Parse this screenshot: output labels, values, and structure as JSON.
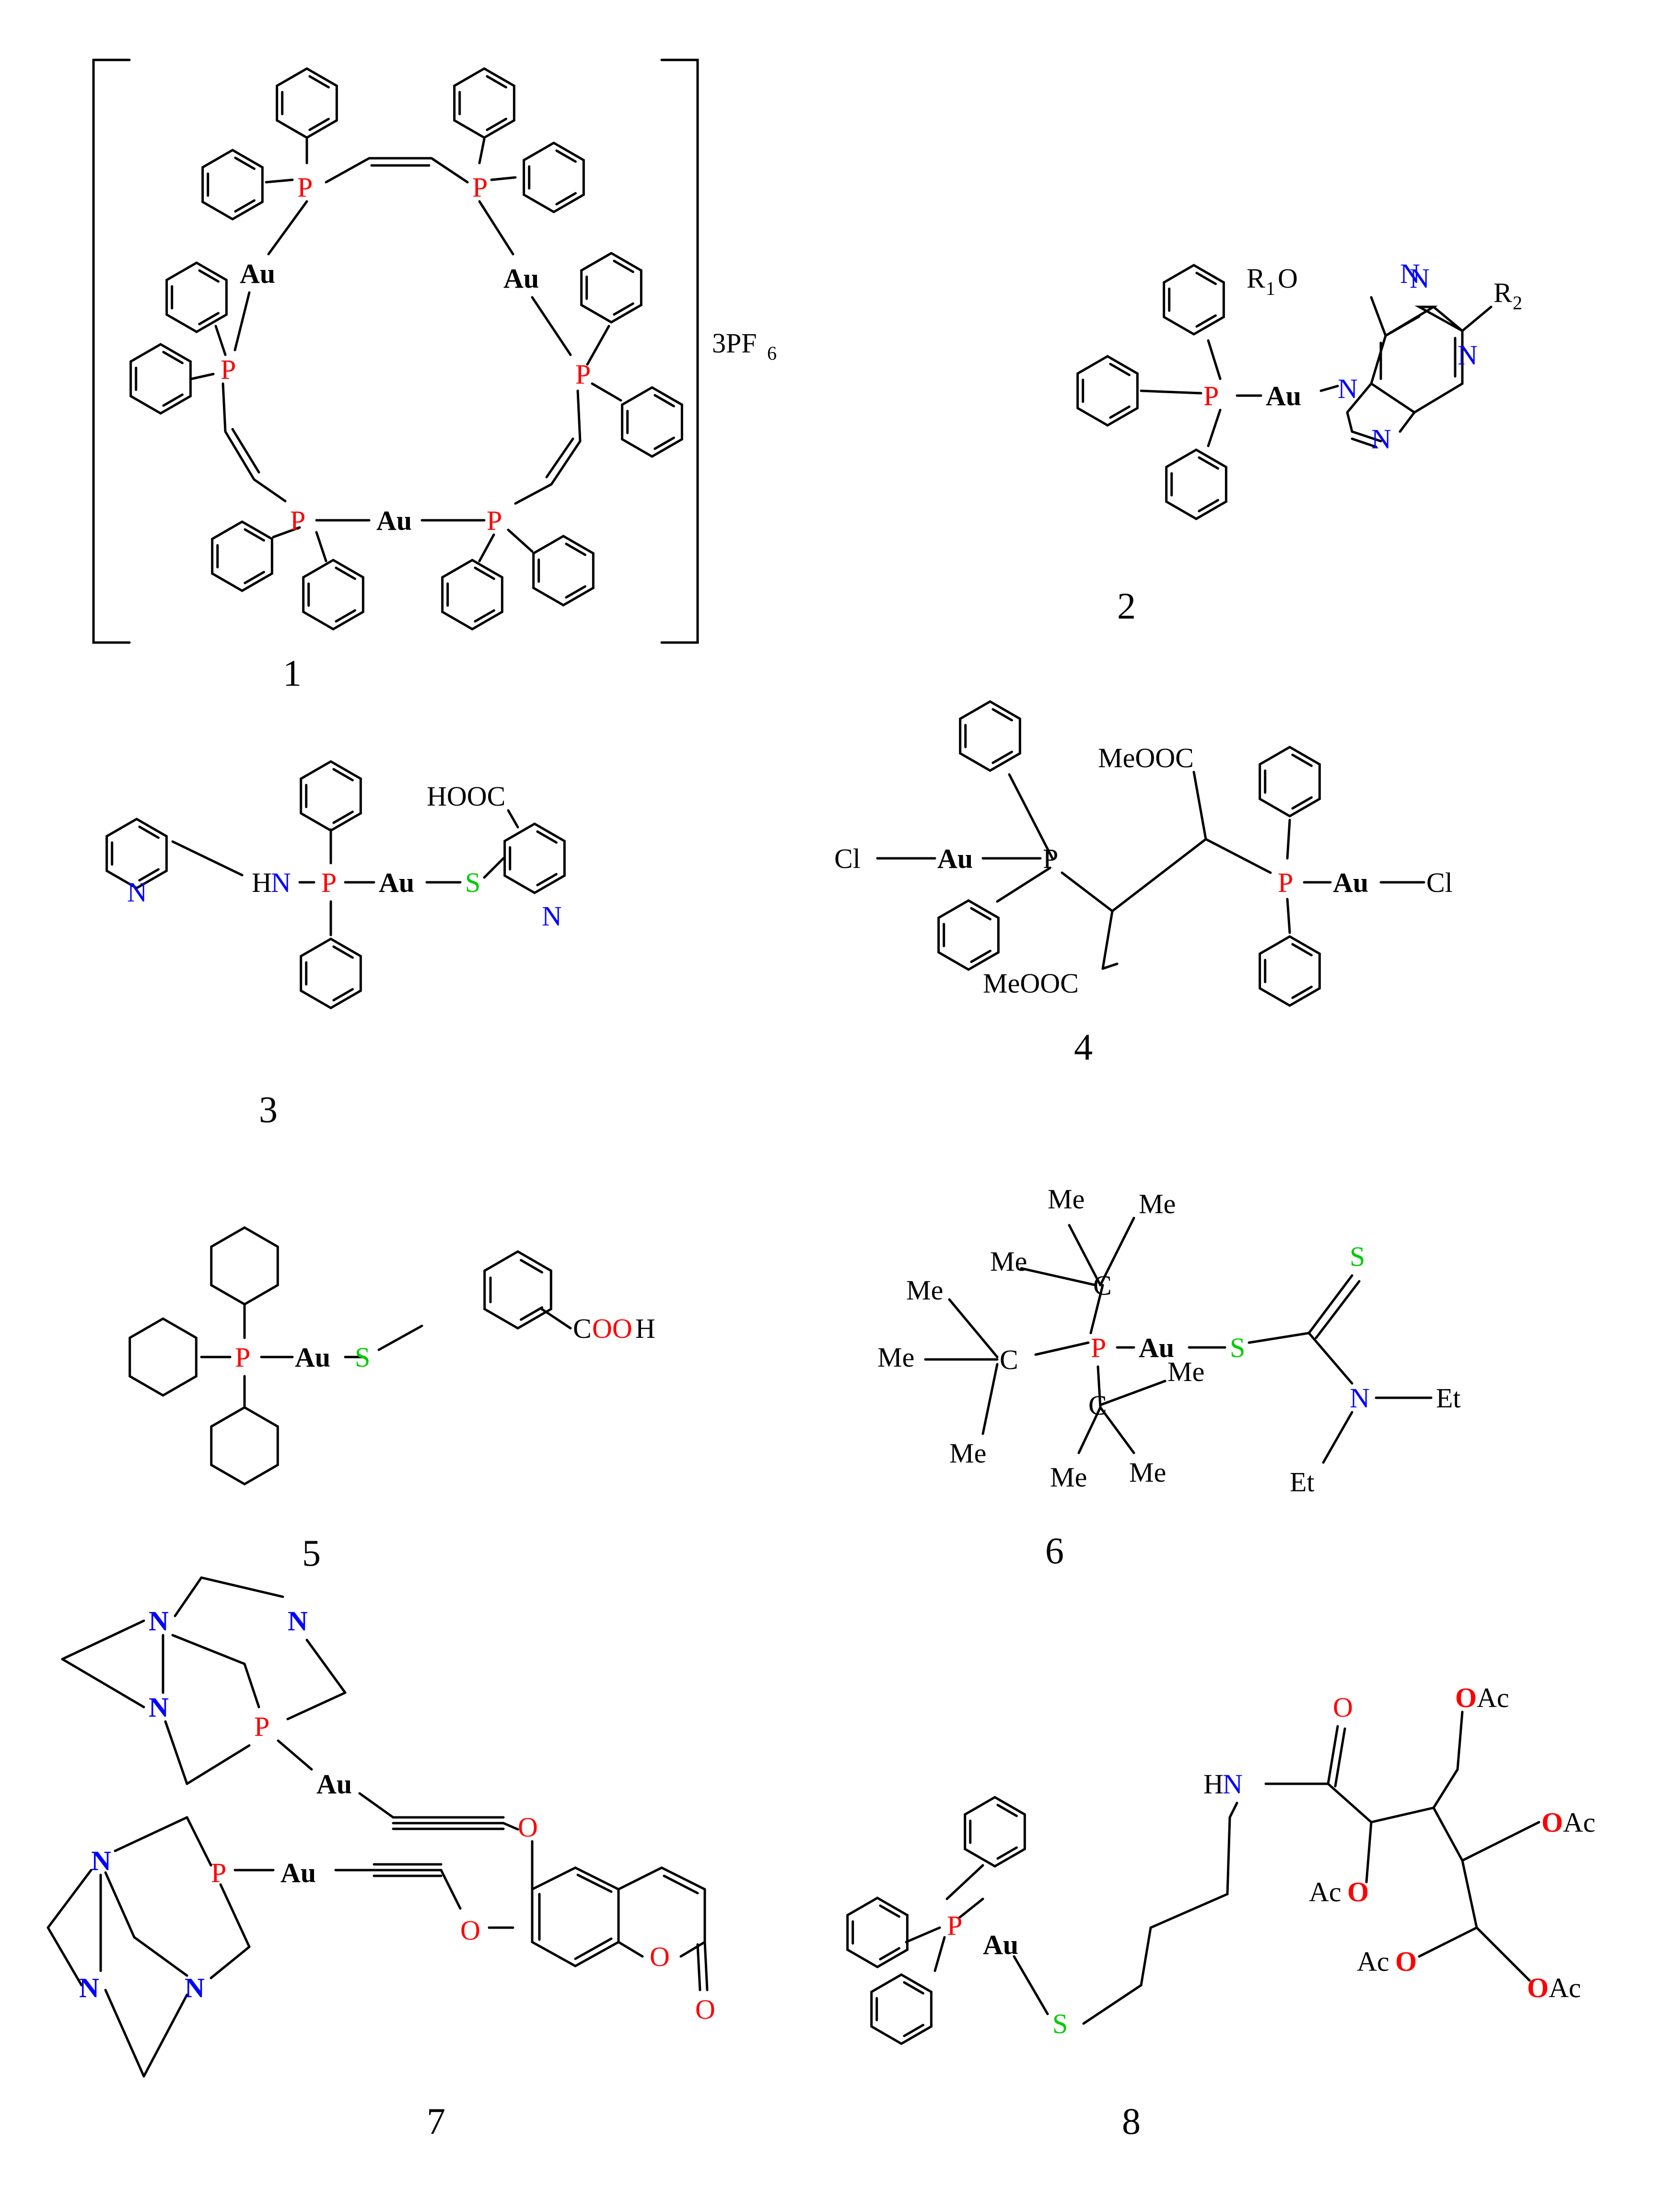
{
  "colors": {
    "phosphorus": "#ff0000",
    "oxygen": "#ff0000",
    "nitrogen": "#0000ff",
    "sulfur": "#00cc00",
    "bond": "#000000"
  },
  "compounds": [
    {
      "number": "1"
    },
    {
      "number": "2"
    },
    {
      "number": "3"
    },
    {
      "number": "4"
    },
    {
      "number": "5"
    },
    {
      "number": "6"
    },
    {
      "number": "7"
    },
    {
      "number": "8"
    }
  ],
  "text": {
    "p": "P",
    "au": "Au",
    "n": "N",
    "s": "S",
    "o": "O",
    "c": "C",
    "hn": "HN",
    "hn_h": "H",
    "cl": "Cl",
    "me": "Me",
    "et": "Et",
    "oac_o": "O",
    "oac_ac": "Ac",
    "r1": "R",
    "r1_sub": "1",
    "r2": "R",
    "r2_sub": "2",
    "counterion": "3PF",
    "counterion_sub": "6",
    "hooc": "HOOC",
    "meooc": "MeOOC",
    "cooh_c": "C",
    "cooh_oo": "OO",
    "cooh_h": "H"
  }
}
